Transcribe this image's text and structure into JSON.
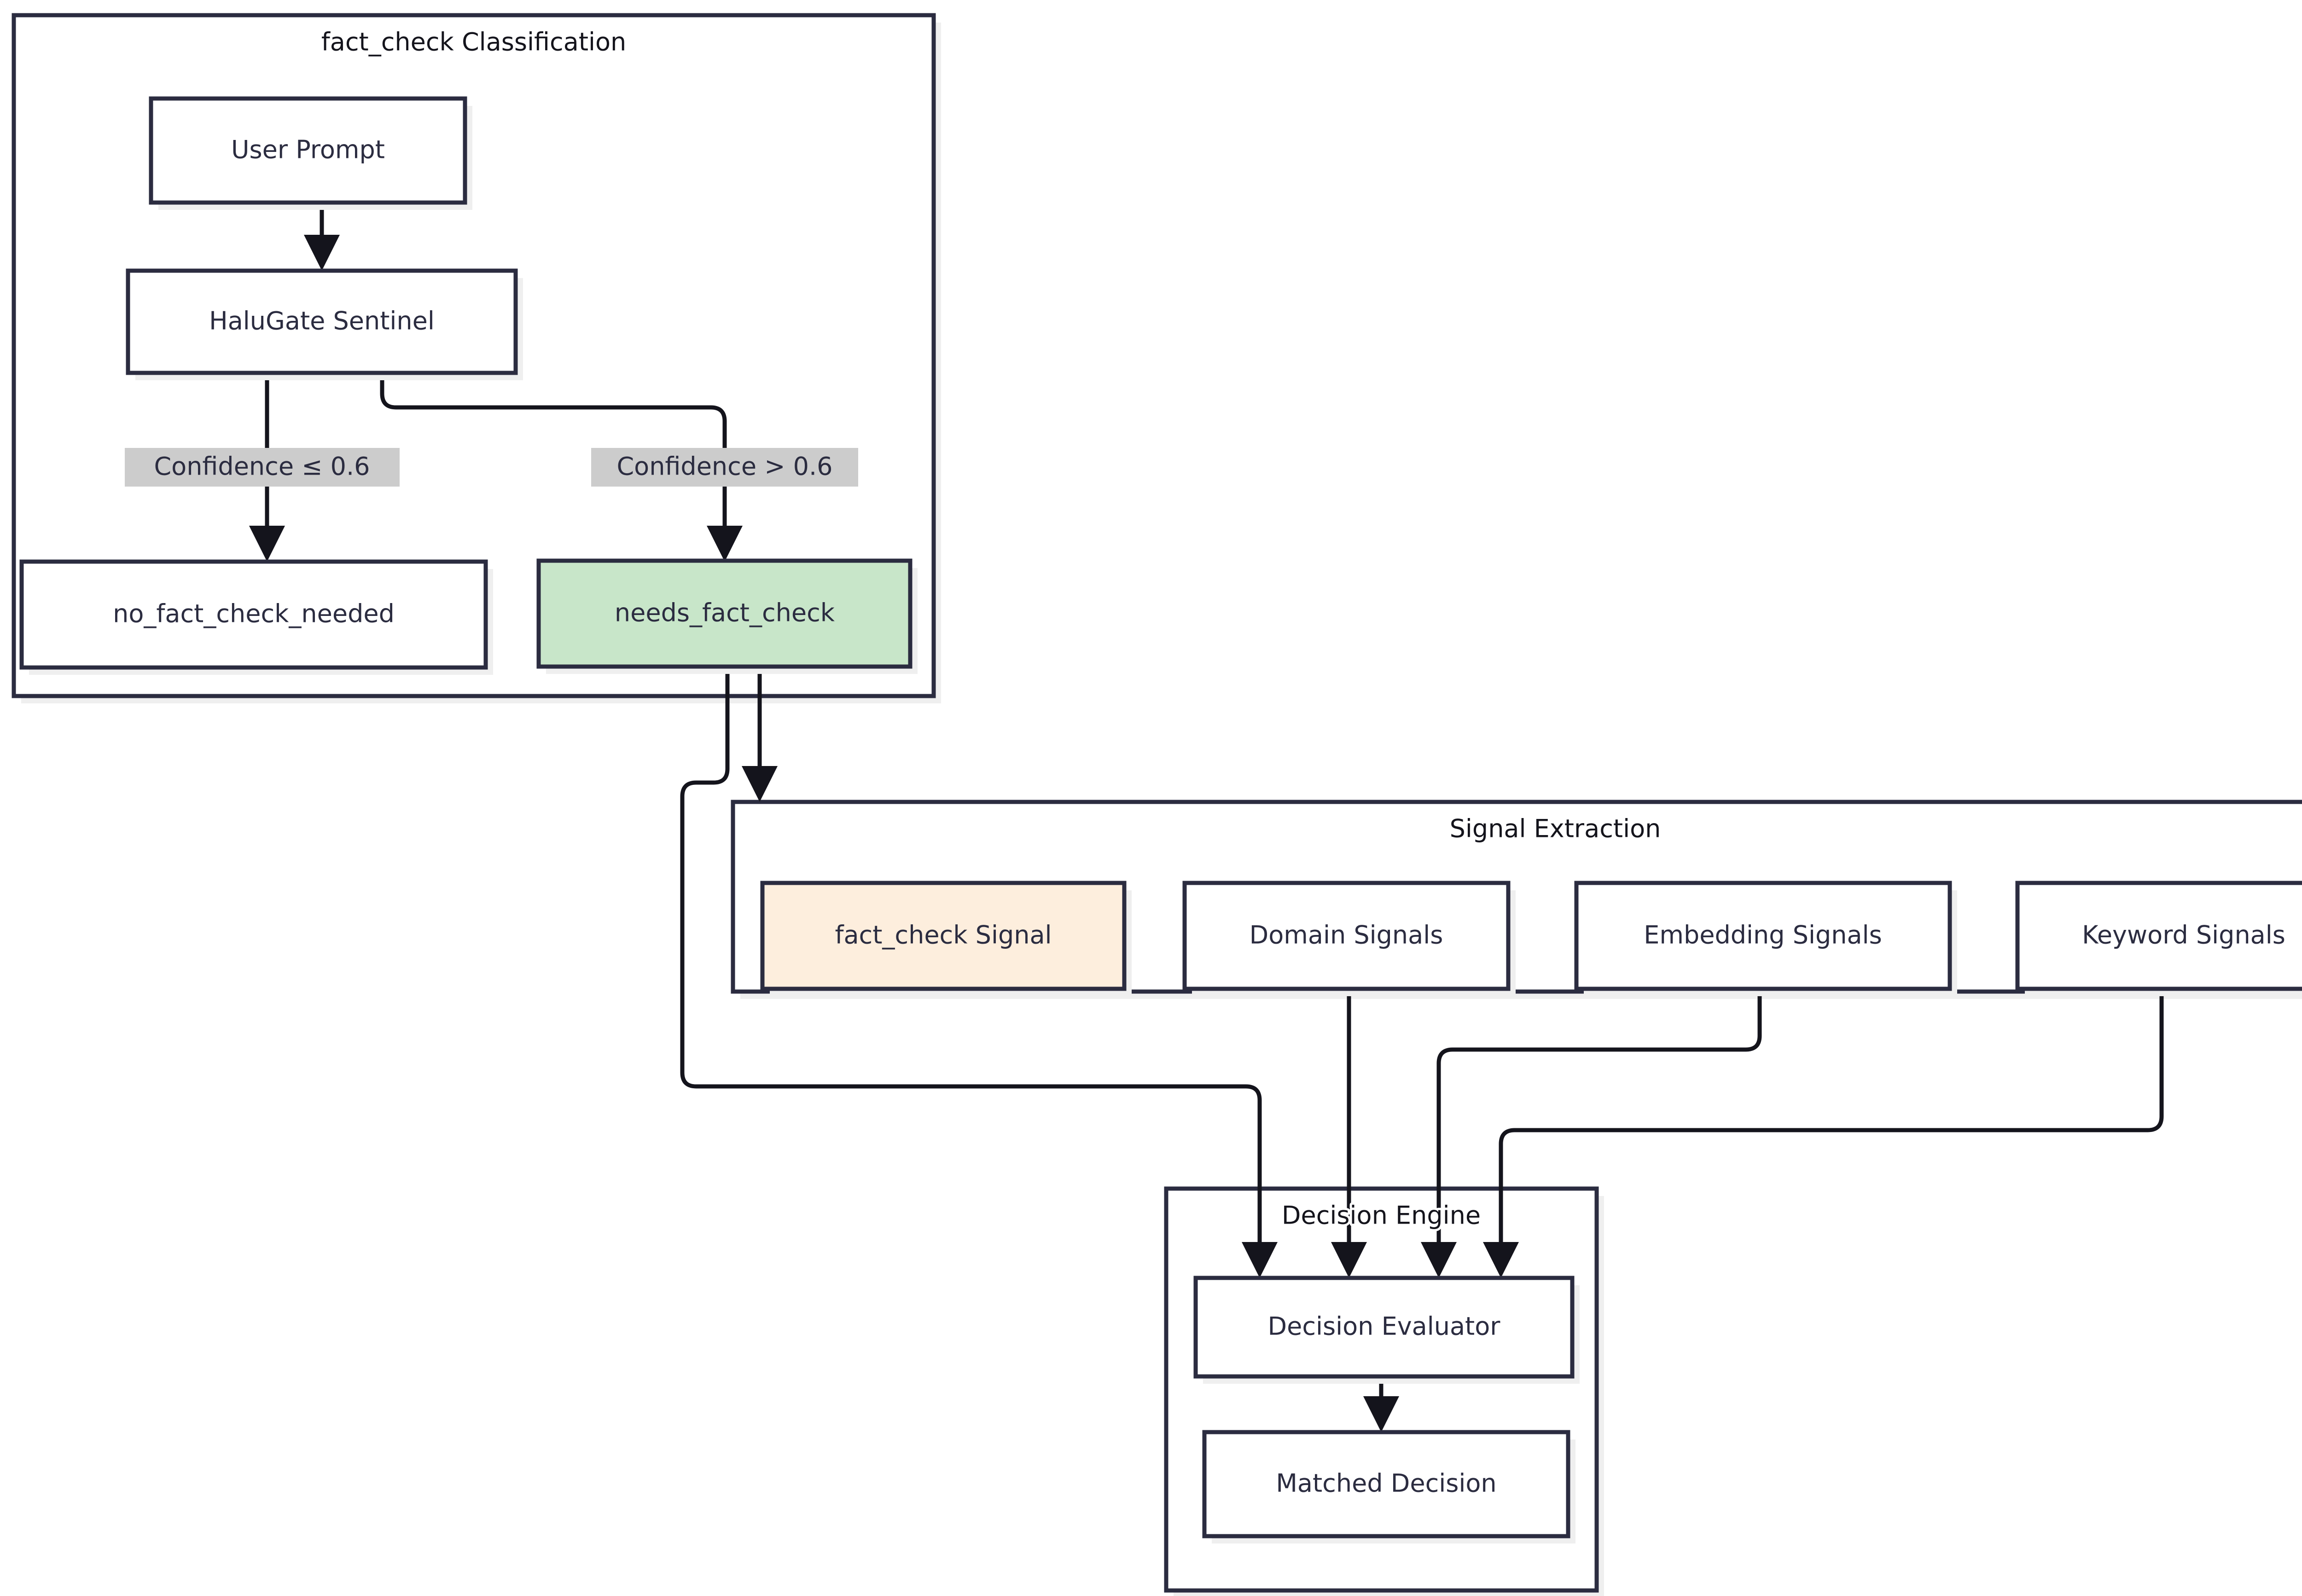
{
  "diagram": {
    "type": "flowchart",
    "direction": "top-down",
    "theme": {
      "background": "#ffffff",
      "node_stroke": "#2b2c40",
      "node_fill": "#ffffff",
      "edge_stroke": "#14141c",
      "shadow": "#efefef",
      "highlight_green": "#c8e6c9",
      "highlight_orange": "#fdeedd",
      "edge_label_bg": "#cccccc",
      "text": "#2b2c40"
    },
    "clusters": [
      {
        "id": "fact_check_classification",
        "title": "fact_check Classification"
      },
      {
        "id": "signal_extraction",
        "title": "Signal Extraction"
      },
      {
        "id": "decision_engine",
        "title": "Decision Engine"
      }
    ],
    "nodes": [
      {
        "id": "user_prompt",
        "label": "User Prompt",
        "cluster": "fact_check_classification",
        "style": "plain"
      },
      {
        "id": "halugate_sentinel",
        "label": "HaluGate Sentinel",
        "cluster": "fact_check_classification",
        "style": "plain"
      },
      {
        "id": "no_fact_check_needed",
        "label": "no_fact_check_needed",
        "cluster": "fact_check_classification",
        "style": "plain"
      },
      {
        "id": "needs_fact_check",
        "label": "needs_fact_check",
        "cluster": "fact_check_classification",
        "style": "green"
      },
      {
        "id": "fact_check_signal",
        "label": "fact_check Signal",
        "cluster": "signal_extraction",
        "style": "orange"
      },
      {
        "id": "domain_signals",
        "label": "Domain Signals",
        "cluster": "signal_extraction",
        "style": "plain"
      },
      {
        "id": "embedding_signals",
        "label": "Embedding Signals",
        "cluster": "signal_extraction",
        "style": "plain"
      },
      {
        "id": "keyword_signals",
        "label": "Keyword Signals",
        "cluster": "signal_extraction",
        "style": "plain"
      },
      {
        "id": "decision_evaluator",
        "label": "Decision Evaluator",
        "cluster": "decision_engine",
        "style": "plain"
      },
      {
        "id": "matched_decision",
        "label": "Matched Decision",
        "cluster": "decision_engine",
        "style": "plain"
      }
    ],
    "edges": [
      {
        "from": "user_prompt",
        "to": "halugate_sentinel",
        "label": ""
      },
      {
        "from": "halugate_sentinel",
        "to": "no_fact_check_needed",
        "label": "Confidence ≤ 0.6"
      },
      {
        "from": "halugate_sentinel",
        "to": "needs_fact_check",
        "label": "Confidence > 0.6"
      },
      {
        "from": "needs_fact_check",
        "to": "fact_check_signal",
        "label": ""
      },
      {
        "from": "needs_fact_check",
        "to": "decision_evaluator",
        "label": ""
      },
      {
        "from": "domain_signals",
        "to": "decision_evaluator",
        "label": ""
      },
      {
        "from": "embedding_signals",
        "to": "decision_evaluator",
        "label": ""
      },
      {
        "from": "keyword_signals",
        "to": "decision_evaluator",
        "label": ""
      },
      {
        "from": "decision_evaluator",
        "to": "matched_decision",
        "label": ""
      }
    ],
    "edge_labels": {
      "low_confidence": "Confidence ≤ 0.6",
      "high_confidence": "Confidence > 0.6"
    }
  }
}
